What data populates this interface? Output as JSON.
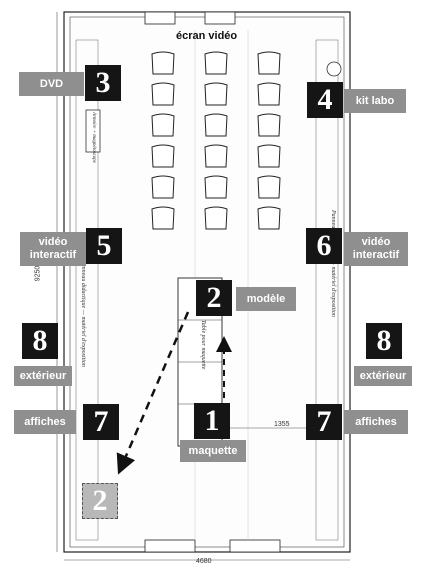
{
  "title": "écran vidéo",
  "labels": {
    "dvd": "DVD",
    "kit_labo": "kit labo",
    "video_left": "vidéo\ninteractif",
    "video_right": "vidéo\ninteractif",
    "modele": "modèle",
    "exterieur_left": "extérieur",
    "exterieur_right": "extérieur",
    "affiches_left": "affiches",
    "affiches_right": "affiches",
    "maquette": "maquette"
  },
  "numbers": {
    "n2_top": "2",
    "n3": "3",
    "n4": "4",
    "n5": "5",
    "n6": "6",
    "n7_left": "7",
    "n7_right": "7",
    "n8_left": "8",
    "n8_right": "8",
    "n1": "1",
    "n2_ghost": "2"
  },
  "dimensions": {
    "width": "4680",
    "height": "9250",
    "offset": "1355"
  },
  "plan_text": {
    "left_wall": "Panneau didactique — matériel d'exposition",
    "right_wall": "Panneau didactique — matériel d'exposition",
    "table": "Table pour maquette",
    "cabinet": "Armoire + magnétoscope"
  },
  "seating": {
    "columns": 3,
    "rows": 6
  },
  "colors": {
    "label_gray": "#8f8f8f",
    "number_black": "#151515"
  }
}
